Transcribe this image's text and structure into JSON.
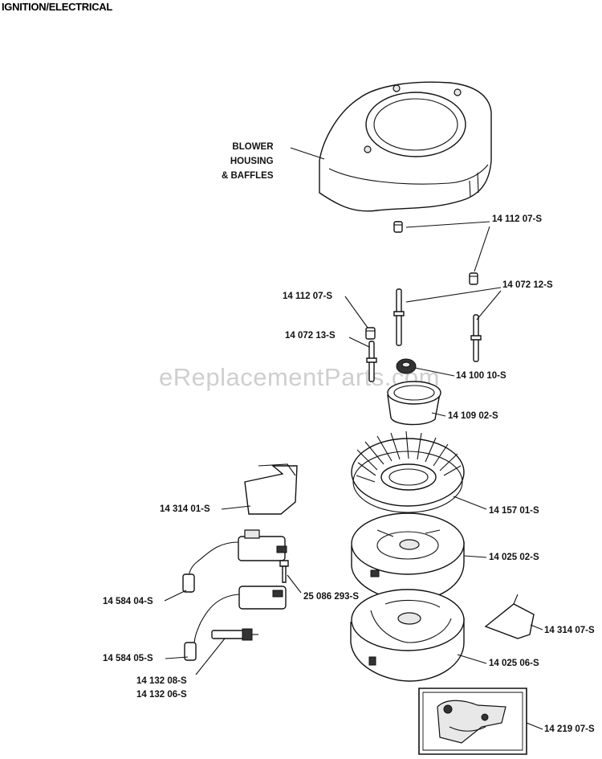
{
  "title": "IGNITION/ELECTRICAL",
  "watermark": "eReplacementParts.com",
  "callouts": {
    "blower_housing": [
      "BLOWER",
      "HOUSING",
      "& BAFFLES"
    ],
    "p_1411207_a": "14 112 07-S",
    "p_1411207_b": "14 112 07-S",
    "p_1407212": "14 072 12-S",
    "p_1407213": "14 072 13-S",
    "p_1410010": "14 100 10-S",
    "p_1410902": "14 109 02-S",
    "p_1431401": "14 314 01-S",
    "p_1415701": "14 157 01-S",
    "p_1402502": "14 025 02-S",
    "p_25086293": "25 086 293-S",
    "p_1458404": "14 584 04-S",
    "p_1431407": "14 314 07-S",
    "p_1458405": "14 584 05-S",
    "p_1402506": "14 025 06-S",
    "p_1413208": "14 132 08-S",
    "p_1413206": "14 132 06-S",
    "p_1421907": "14 219 07-S"
  }
}
